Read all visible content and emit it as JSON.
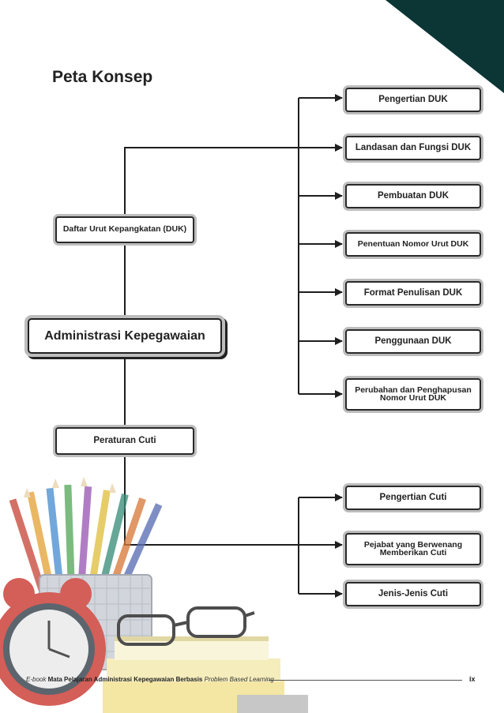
{
  "page": {
    "title": "Peta Konsep"
  },
  "central": {
    "label": "Administrasi Kepegawaian"
  },
  "branches": [
    {
      "label": "Daftar Urut Kepangkatan (DUK)",
      "children": [
        "Pengertian DUK",
        "Landasan dan Fungsi DUK",
        "Pembuatan DUK",
        "Penentuan Nomor Urut DUK",
        "Format Penulisan DUK",
        "Penggunaan DUK",
        "Perubahan dan Penghapusan Nomor Urut DUK"
      ]
    },
    {
      "label": "Peraturan Cuti",
      "children": [
        "Pengertian Cuti",
        "Pejabat yang Berwenang Memberikan Cuti",
        "Jenis-Jenis Cuti"
      ]
    }
  ],
  "footer": {
    "ebook": "E-book",
    "subject": "Mata Pelajaran Administrasi Kepegawaian Berbasis",
    "method": "Problem Based Learning",
    "page_number": "ix"
  },
  "colors": {
    "corner": "#0c3535",
    "line": "#1e1e1e",
    "box_shadow": "#bdbdbd"
  },
  "illustration": {
    "icons": [
      "colored-pencils-icon",
      "pencil-cup-icon",
      "alarm-clock-icon",
      "eyeglasses-icon",
      "book-stack-icon"
    ]
  }
}
